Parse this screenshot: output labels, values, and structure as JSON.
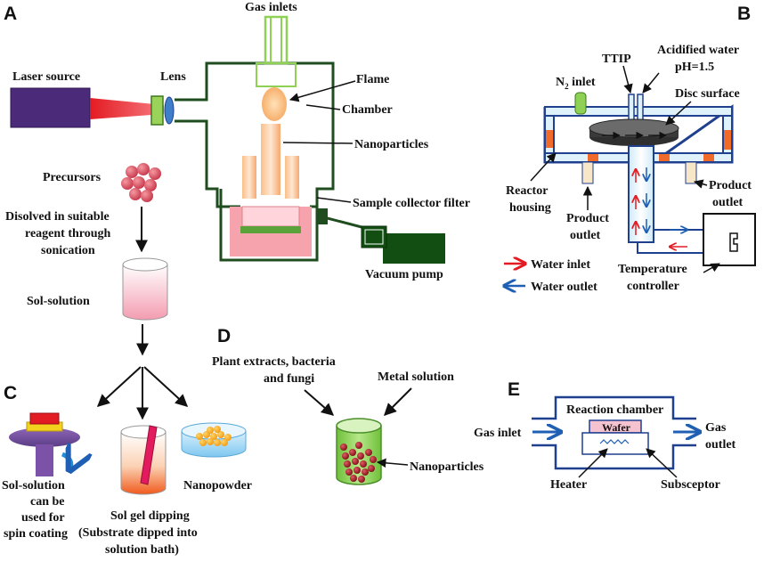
{
  "panels": {
    "a": "A",
    "b": "B",
    "c": "C",
    "d": "D",
    "e": "E"
  },
  "a": {
    "laser_source": "Laser source",
    "lens": "Lens",
    "gas_inlets": "Gas inlets",
    "flame": "Flame",
    "chamber": "Chamber",
    "nanoparticles": "Nanoparticles",
    "sample_collector_filter": "Sample collector filter",
    "vacuum_pump": "Vacuum pump"
  },
  "c": {
    "precursors": "Precursors",
    "dissolved_line1": "Disolved in suitable",
    "dissolved_line2": "reagent through",
    "dissolved_line3": "sonication",
    "sol_solution": "Sol-solution",
    "spin_line1": "Sol-solution",
    "spin_line2": "can be",
    "spin_line3": "used for",
    "spin_line4": "spin coating",
    "dip_line1": "Sol gel dipping",
    "dip_line2": "(Substrate dipped into",
    "dip_line3": "solution bath)",
    "nanopowder": "Nanopowder"
  },
  "b": {
    "ttip": "TTIP",
    "acidified_line1": "Acidified water",
    "acidified_line2": "pH=1.5",
    "n2_base": "N",
    "n2_sub": "2",
    "n2_rest": " inlet",
    "disc_surface": "Disc surface",
    "reactor_line1": "Reactor",
    "reactor_line2": "housing",
    "product_outlet_left_1": "Product",
    "product_outlet_left_2": "outlet",
    "product_outlet_right_1": "Product",
    "product_outlet_right_2": "outlet",
    "water_inlet": "Water inlet",
    "water_outlet": "Water outlet",
    "temp_line1": "Temperature",
    "temp_line2": "controller"
  },
  "d": {
    "plant_line1": "Plant extracts, bacteria",
    "plant_line2": "and fungi",
    "metal_solution": "Metal solution",
    "nanoparticles": "Nanoparticles"
  },
  "e": {
    "reaction_chamber": "Reaction chamber",
    "wafer": "Wafer",
    "gas_inlet": "Gas inlet",
    "gas_outlet_1": "Gas",
    "gas_outlet_2": "outlet",
    "heater": "Heater",
    "subsceptor": "Subsceptor"
  },
  "colors": {
    "chamber_outline": "#1f4d1f",
    "laser_box": "#4b2a7a",
    "laser_beam": "#e31b23",
    "lens": "#9bd25a",
    "flame": "#f5b56b",
    "filter_fill": "#f7a3ad",
    "vacuum_pump": "#124d12",
    "reactor_outline": "#1f3f8f",
    "water_inlet_arrow": "#e31b23",
    "water_outlet_arrow": "#1f5fb4",
    "beaker_green": "#8ed154",
    "particle_red": "#b3202a",
    "nanopowder_orange": "#f7a41c",
    "cylinder_pink": "#f5b6c5"
  }
}
